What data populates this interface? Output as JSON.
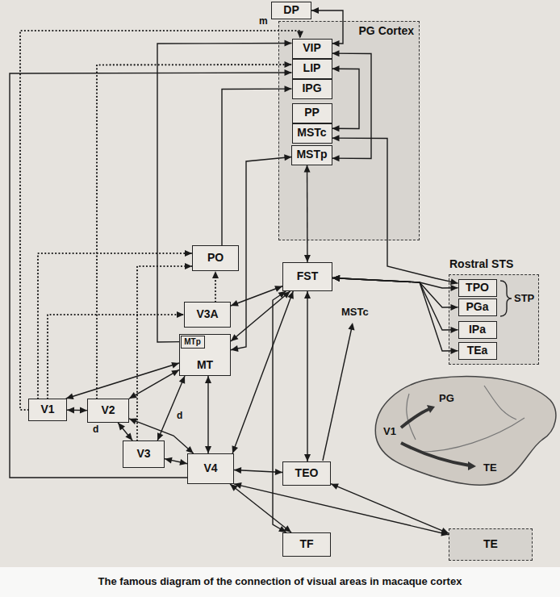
{
  "diagram": {
    "caption": "The famous diagram of the connection of visual areas in macaque cortex",
    "nodes": [
      {
        "text": [
          "DP"
        ]
      },
      {
        "text": [
          "PG Cortex"
        ]
      },
      {
        "text": [
          "VIP"
        ],
        "in": 1
      },
      {
        "text": [
          "LIP"
        ],
        "in": 1
      },
      {
        "text": [
          "IPG"
        ],
        "in": 1
      },
      {
        "text": [
          "PP"
        ],
        "in": 1
      },
      {
        "text": [
          "MSTc"
        ],
        "in": 1
      },
      {
        "text": [
          "MSTp"
        ],
        "in": 1
      },
      {
        "text": [
          "Rostral STS"
        ]
      },
      {
        "text": [
          "TPO"
        ],
        "in": 8
      },
      {
        "text": [
          "PGa"
        ],
        "in": 8
      },
      {
        "text": [
          "IPa"
        ],
        "in": 8
      },
      {
        "text": [
          "TEa"
        ],
        "in": 8
      },
      {
        "text": [
          "PO"
        ]
      },
      {
        "text": [
          "FST"
        ]
      },
      {
        "text": [
          "V3A"
        ]
      },
      {
        "text": [
          "MT"
        ]
      },
      {
        "text": [
          "MTp"
        ],
        "in": 16
      },
      {
        "text": [
          "V1"
        ]
      },
      {
        "text": [
          "V2"
        ]
      },
      {
        "text": [
          "V3"
        ]
      },
      {
        "text": [
          "V4"
        ]
      },
      {
        "text": [
          "TEO"
        ]
      },
      {
        "text": [
          "TF"
        ]
      },
      {
        "text": [
          "TE"
        ]
      }
    ],
    "edges": [
      {
        "from": 18,
        "to": 19,
        "arrow": "both"
      },
      {
        "from": 18,
        "to": 16,
        "arrow": "both"
      },
      {
        "from": 19,
        "to": 16,
        "arrow": "both"
      },
      {
        "from": 19,
        "to": 20,
        "arrow": "both"
      },
      {
        "from": 19,
        "to": 21,
        "arrow": "both"
      },
      {
        "from": 20,
        "to": 16,
        "arrow": "both"
      },
      {
        "from": 20,
        "to": 21,
        "arrow": "both"
      },
      {
        "from": 16,
        "to": 21,
        "arrow": "both"
      },
      {
        "from": 16,
        "to": 14,
        "arrow": "both"
      },
      {
        "from": 17,
        "to": 2,
        "arrow": "to"
      },
      {
        "from": 16,
        "to": 7,
        "arrow": "both"
      },
      {
        "from": 15,
        "to": 14,
        "arrow": "both"
      },
      {
        "from": 15,
        "to": 13,
        "arrow": "to"
      },
      {
        "from": 13,
        "to": 4,
        "arrow": "to"
      },
      {
        "from": 21,
        "to": 14,
        "arrow": "both"
      },
      {
        "from": 21,
        "to": 22,
        "arrow": "both"
      },
      {
        "from": 21,
        "to": 23,
        "arrow": "both"
      },
      {
        "from": 21,
        "to": 24,
        "arrow": "both"
      },
      {
        "from": 22,
        "to": 24,
        "arrow": "both"
      },
      {
        "from": 22,
        "to": 14,
        "arrow": "both"
      },
      {
        "from": 23,
        "to": 14,
        "arrow": "both"
      },
      {
        "from": 14,
        "to": 7,
        "arrow": "both"
      },
      {
        "from": 9,
        "to": 14,
        "arrow": "both"
      },
      {
        "from": 10,
        "to": 14,
        "arrow": "both"
      },
      {
        "from": 11,
        "to": 14,
        "arrow": "both"
      },
      {
        "from": 12,
        "to": 14,
        "arrow": "both"
      },
      {
        "from": 6,
        "to": 9,
        "arrow": "both"
      },
      {
        "from": 0,
        "to": 2,
        "arrow": "both"
      },
      {
        "from": 3,
        "to": 6,
        "arrow": "both"
      },
      {
        "from": 2,
        "to": 7,
        "arrow": "both"
      },
      {
        "from": 18,
        "to": 13,
        "arrow": "to"
      },
      {
        "from": 18,
        "to": 15,
        "arrow": "to"
      },
      {
        "from": 18,
        "to": 2,
        "arrow": "to"
      },
      {
        "from": 19,
        "to": 3,
        "arrow": "to"
      },
      {
        "from": 20,
        "to": 13,
        "arrow": "to"
      },
      {
        "from": 21,
        "to": 3,
        "arrow": "to"
      }
    ],
    "labels": [
      "m",
      "STP",
      "MSTc",
      "d",
      "d",
      "PG",
      "V1",
      "TE"
    ]
  }
}
